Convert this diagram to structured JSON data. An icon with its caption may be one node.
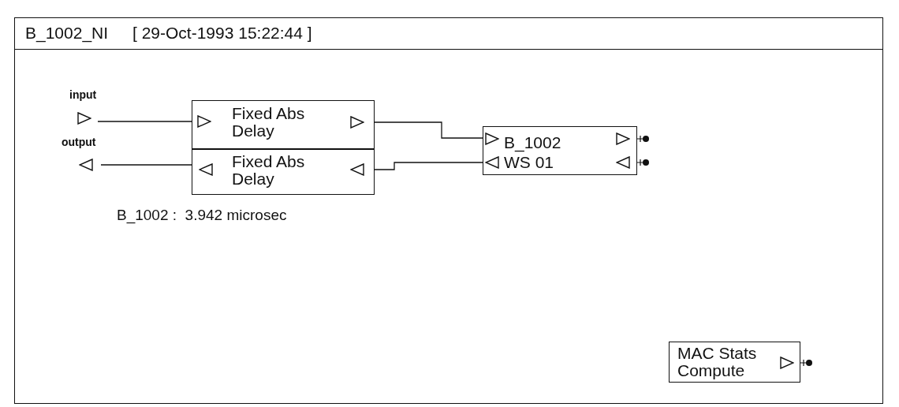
{
  "diagram": {
    "title": "B_1002_NI",
    "nodes": [
      {
        "text": [
          "input"
        ]
      },
      {
        "text": [
          "output"
        ]
      },
      {
        "text": [
          "Fixed Abs Delay"
        ]
      },
      {
        "text": [
          "Fixed Abs Delay"
        ]
      },
      {
        "text": [
          "B_1002",
          "WS 01"
        ]
      },
      {
        "text": [
          "MAC Stats Compute"
        ]
      }
    ],
    "edges": [
      {
        "from": 0,
        "to": 2,
        "arrow": "none"
      },
      {
        "from": 2,
        "to": 4,
        "arrow": "none"
      },
      {
        "from": 4,
        "to": 3,
        "arrow": "none"
      },
      {
        "from": 3,
        "to": 1,
        "arrow": "none"
      }
    ],
    "labels": [
      "[ 29-Oct-1993 15:22:44 ]",
      "B_1002 :  3.942 microsec"
    ]
  }
}
